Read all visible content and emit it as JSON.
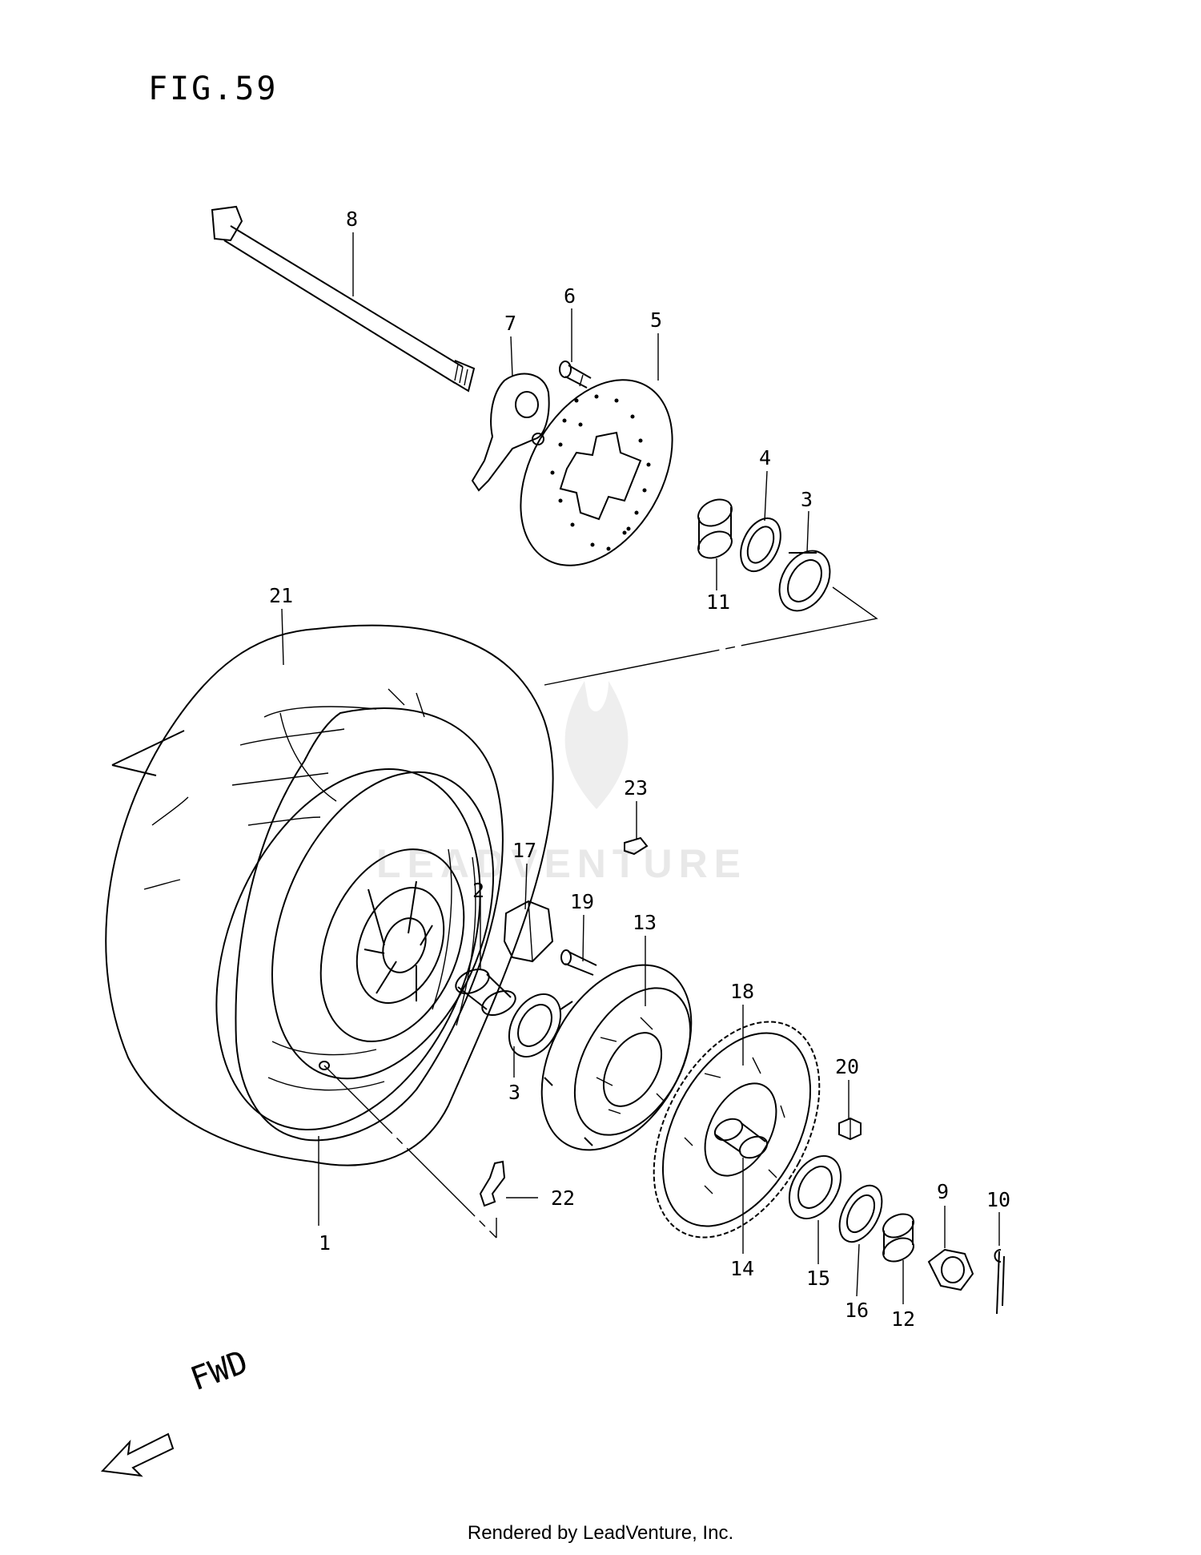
{
  "figure_title": "FIG.59",
  "footer_text": "Rendered by LeadVenture, Inc.",
  "direction_label": "FWD",
  "watermark_text": "LEADVENTURE",
  "part_callouts": [
    "1",
    "2",
    "3",
    "3",
    "4",
    "5",
    "6",
    "7",
    "8",
    "9",
    "10",
    "11",
    "12",
    "13",
    "14",
    "15",
    "16",
    "17",
    "18",
    "19",
    "20",
    "21",
    "22",
    "23"
  ]
}
